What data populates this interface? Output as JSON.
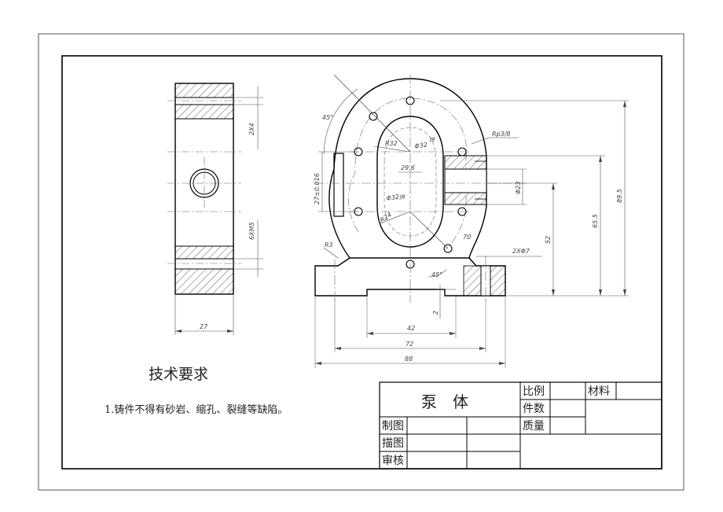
{
  "dimensions": {
    "side_2x4": "2X4",
    "side_6xm5": "6XM5",
    "side_27": "27",
    "r32": "R32",
    "phi32": "Φ32",
    "pan_top": "拼",
    "pan_bottom": "拼",
    "rp38": "Rp3/8",
    "d29_6": "29.6",
    "phi23": "Φ23",
    "phi32b": "Φ32",
    "r24": "R24",
    "tol": "27±0.016",
    "ang45a": "45°",
    "ang45b": "45°",
    "r3": "R3",
    "d70": "70",
    "holes": "2XΦ7",
    "d52": "52",
    "d65_5": "65.5",
    "d89_5": "89.5",
    "d2": "2",
    "d42": "42",
    "d72": "72",
    "d88": "88"
  },
  "tech": {
    "heading": "技术要求",
    "note": "1.铸件不得有砂岩、缩孔、裂缝等缺陷。"
  },
  "title_block": {
    "part_name": "泵　体",
    "scale": "比例",
    "material": "材料",
    "quantity": "件数",
    "mass": "质量",
    "drawn": "制图",
    "traced": "描图",
    "checked": "审核"
  }
}
